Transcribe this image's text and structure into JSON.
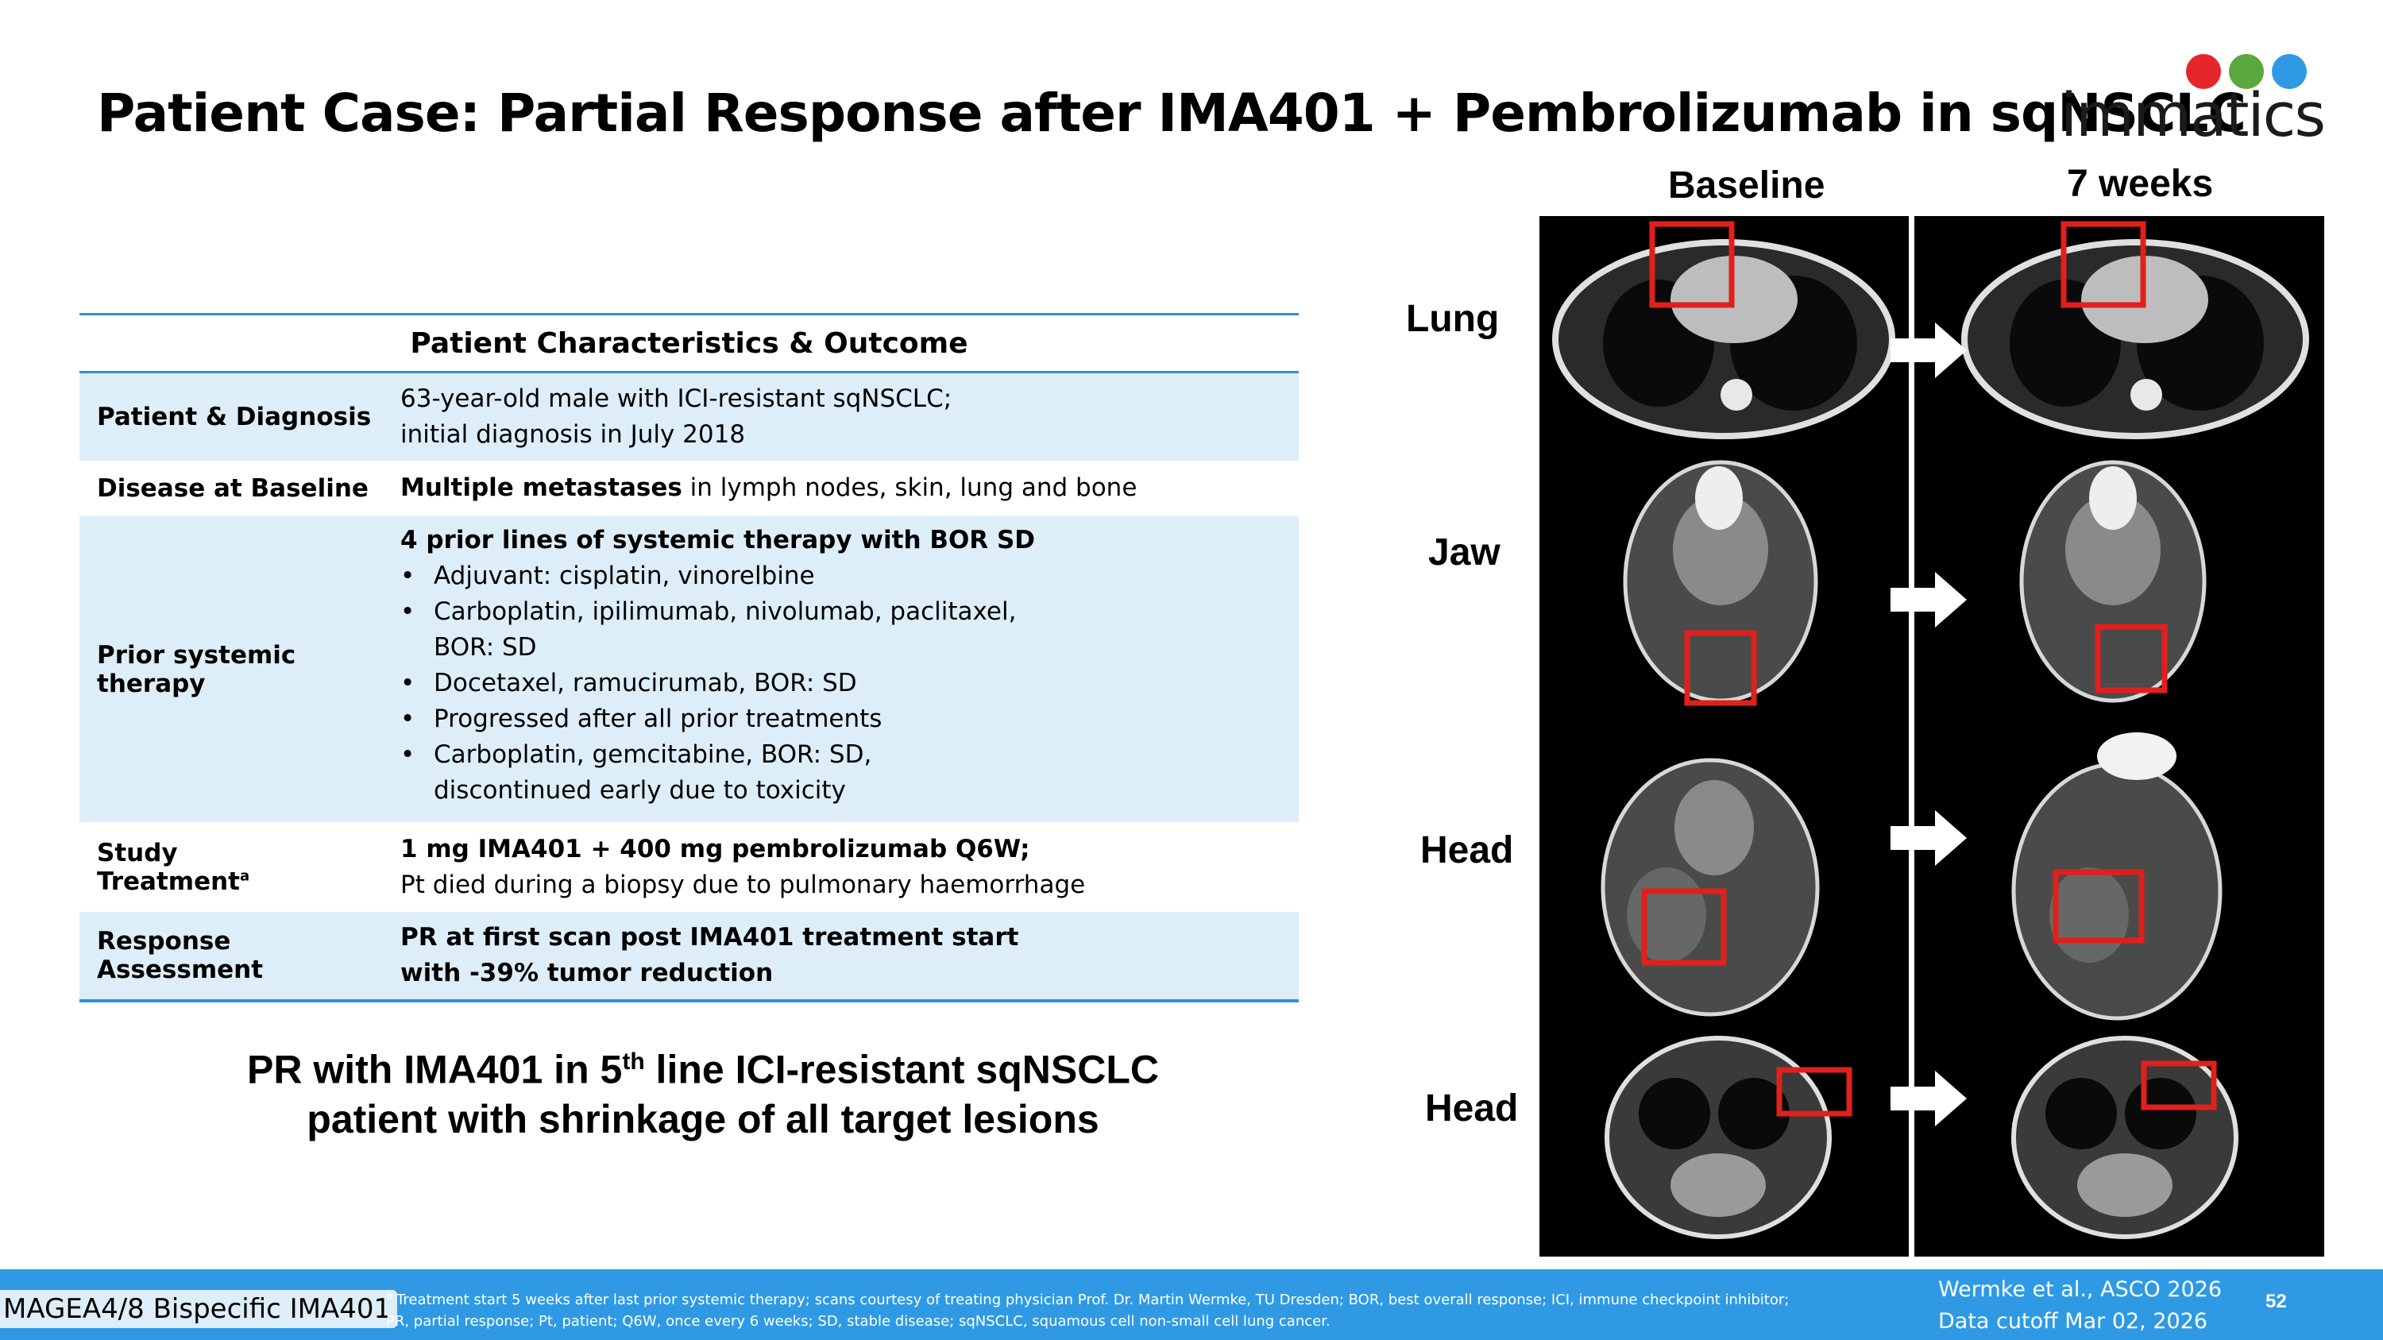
{
  "title": "Patient Case: Partial Response after IMA401 + Pembrolizumab in sqNSCLC",
  "logo": {
    "word": "immatics",
    "dot_colors": [
      "#e5262a",
      "#5aa83e",
      "#2f9ae3"
    ]
  },
  "table": {
    "header": "Patient Characteristics & Outcome",
    "rows": [
      {
        "label": "Patient & Diagnosis",
        "lines": [
          "63-year-old male with ICI-resistant sqNSCLC;",
          "initial diagnosis in July 2018"
        ]
      },
      {
        "label": "Disease at Baseline",
        "bold": "Multiple metastases",
        "rest": " in lymph nodes, skin, lung and bone"
      },
      {
        "label": "Prior systemic therapy",
        "bold": "4 prior lines of systemic therapy with BOR SD",
        "bullets": [
          "Adjuvant: cisplatin, vinorelbine",
          "Carboplatin, ipilimumab, nivolumab, paclitaxel, BOR: SD",
          "Docetaxel, ramucirumab, BOR: SD",
          "Progressed after all prior treatments",
          "Carboplatin, gemcitabine, BOR: SD, discontinued early due to toxicity"
        ]
      },
      {
        "label": "Study Treatment",
        "label_sup": "a",
        "bold": "1 mg IMA401 + 400 mg pembrolizumab Q6W;",
        "rest": "Pt died during a biopsy due to pulmonary haemorrhage"
      },
      {
        "label": "Response Assessment",
        "bold_lines": [
          "PR at first scan post IMA401 treatment start",
          "with -39% tumor reduction"
        ]
      }
    ]
  },
  "conclusion": {
    "line1_a": "PR with IMA401 in 5",
    "line1_sup": "th",
    "line1_b": " line ICI-resistant sqNSCLC",
    "line2": "patient with shrinkage of all target lesions"
  },
  "imaging": {
    "columns": [
      "Baseline",
      "7 weeks"
    ],
    "rows": [
      "Lung",
      "Jaw",
      "Head",
      "Head"
    ]
  },
  "footer": {
    "tag": "MAGEA4/8 Bispecific IMA401",
    "note_sup": "a",
    "note_line1": " Treatment start 5 weeks after last prior systemic therapy; scans courtesy of treating physician Prof. Dr. Martin Wermke, TU Dresden; BOR, best overall response; ICI, immune checkpoint inhibitor;",
    "note_line2": "PR, partial response; Pt, patient; Q6W, once every 6 weeks; SD, stable disease; sqNSCLC, squamous cell non-small cell lung cancer.",
    "ref1": "Wermke et al., ASCO 2026",
    "ref2": "Data cutoff Mar 02, 2026",
    "page": "52"
  }
}
